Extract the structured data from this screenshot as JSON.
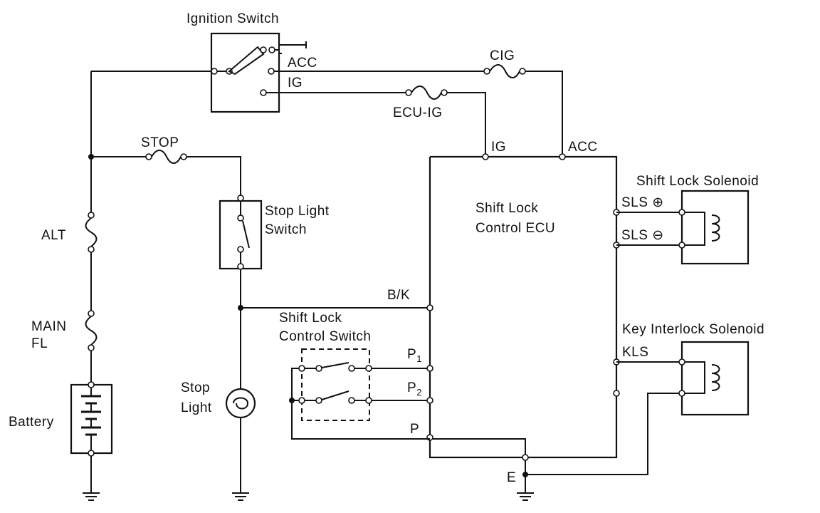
{
  "labels": {
    "ignition_switch": "Ignition Switch",
    "acc": "ACC",
    "ig": "IG",
    "cig": "CIG",
    "ecu_ig": "ECU-IG",
    "stop": "STOP",
    "ecu_ig_terminal": "IG",
    "ecu_acc_terminal": "ACC",
    "shift_lock_solenoid": "Shift Lock Solenoid",
    "sls_plus": "SLS ⊕",
    "sls_minus": "SLS ⊖",
    "ecu_line1": "Shift Lock",
    "ecu_line2": "Control ECU",
    "stop_light_switch_line1": "Stop Light",
    "stop_light_switch_line2": "Switch",
    "alt": "ALT",
    "main": "MAIN",
    "fl": "FL",
    "battery": "Battery",
    "stop_light_line1": "Stop",
    "stop_light_line2": "Light",
    "bk": "B/K",
    "control_switch_line1": "Shift Lock",
    "control_switch_line2": "Control Switch",
    "p1": "P",
    "p1_sub": "1",
    "p2": "P",
    "p2_sub": "2",
    "p": "P",
    "key_interlock_solenoid": "Key Interlock Solenoid",
    "kls": "KLS",
    "e": "E"
  }
}
